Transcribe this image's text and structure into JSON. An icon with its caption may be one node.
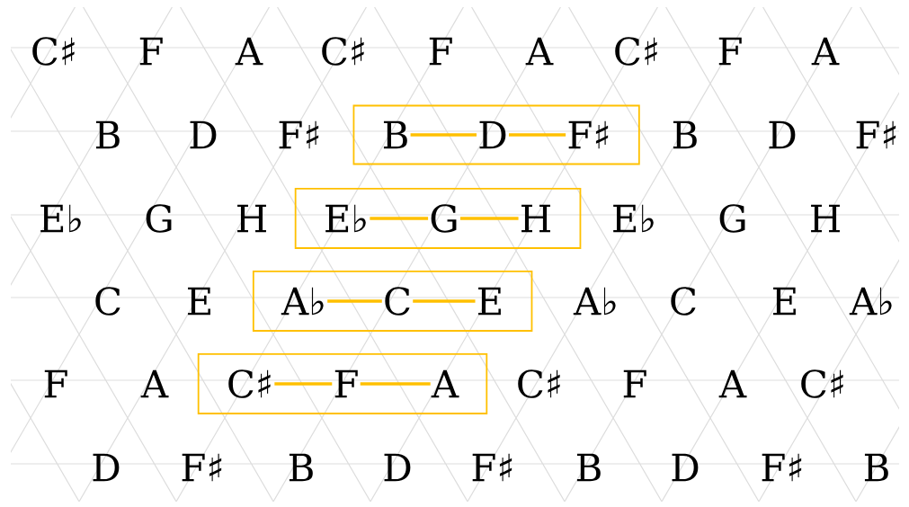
{
  "diagram": {
    "nodes": [
      {
        "text": [],
        "shape": "box"
      },
      {
        "text": [
          "B"
        ],
        "in": 0
      },
      {
        "text": [
          "D"
        ],
        "in": 0
      },
      {
        "text": [
          "F♯"
        ],
        "in": 0
      },
      {
        "text": [],
        "shape": "box"
      },
      {
        "text": [
          "E♭"
        ],
        "in": 4
      },
      {
        "text": [
          "G"
        ],
        "in": 4
      },
      {
        "text": [
          "H"
        ],
        "in": 4
      },
      {
        "text": [],
        "shape": "box"
      },
      {
        "text": [
          "A♭"
        ],
        "in": 8
      },
      {
        "text": [
          "C"
        ],
        "in": 8
      },
      {
        "text": [
          "E"
        ],
        "in": 8
      },
      {
        "text": [],
        "shape": "box"
      },
      {
        "text": [
          "C♯"
        ],
        "in": 12
      },
      {
        "text": [
          "F"
        ],
        "in": 12
      },
      {
        "text": [
          "A"
        ],
        "in": 12
      }
    ],
    "edges": [
      {
        "from": 1,
        "to": 2,
        "arrow": "none"
      },
      {
        "from": 2,
        "to": 3,
        "arrow": "none"
      },
      {
        "from": 5,
        "to": 6,
        "arrow": "none"
      },
      {
        "from": 6,
        "to": 7,
        "arrow": "none"
      },
      {
        "from": 9,
        "to": 10,
        "arrow": "none"
      },
      {
        "from": 10,
        "to": 11,
        "arrow": "none"
      },
      {
        "from": 13,
        "to": 14,
        "arrow": "none"
      },
      {
        "from": 14,
        "to": 15,
        "arrow": "none"
      }
    ],
    "labels": [
      "C♯",
      "F",
      "A",
      "C♯",
      "F",
      "A",
      "C♯",
      "F",
      "A",
      "B",
      "D",
      "F♯",
      "B",
      "D",
      "F♯",
      "E♭",
      "G",
      "H",
      "E♭",
      "G",
      "H",
      "C",
      "E",
      "A♭",
      "C",
      "E",
      "A♭",
      "F",
      "A",
      "C♯",
      "F",
      "A",
      "C♯",
      "D",
      "F♯",
      "B",
      "D",
      "F♯",
      "B",
      "D",
      "F♯",
      "B"
    ]
  }
}
